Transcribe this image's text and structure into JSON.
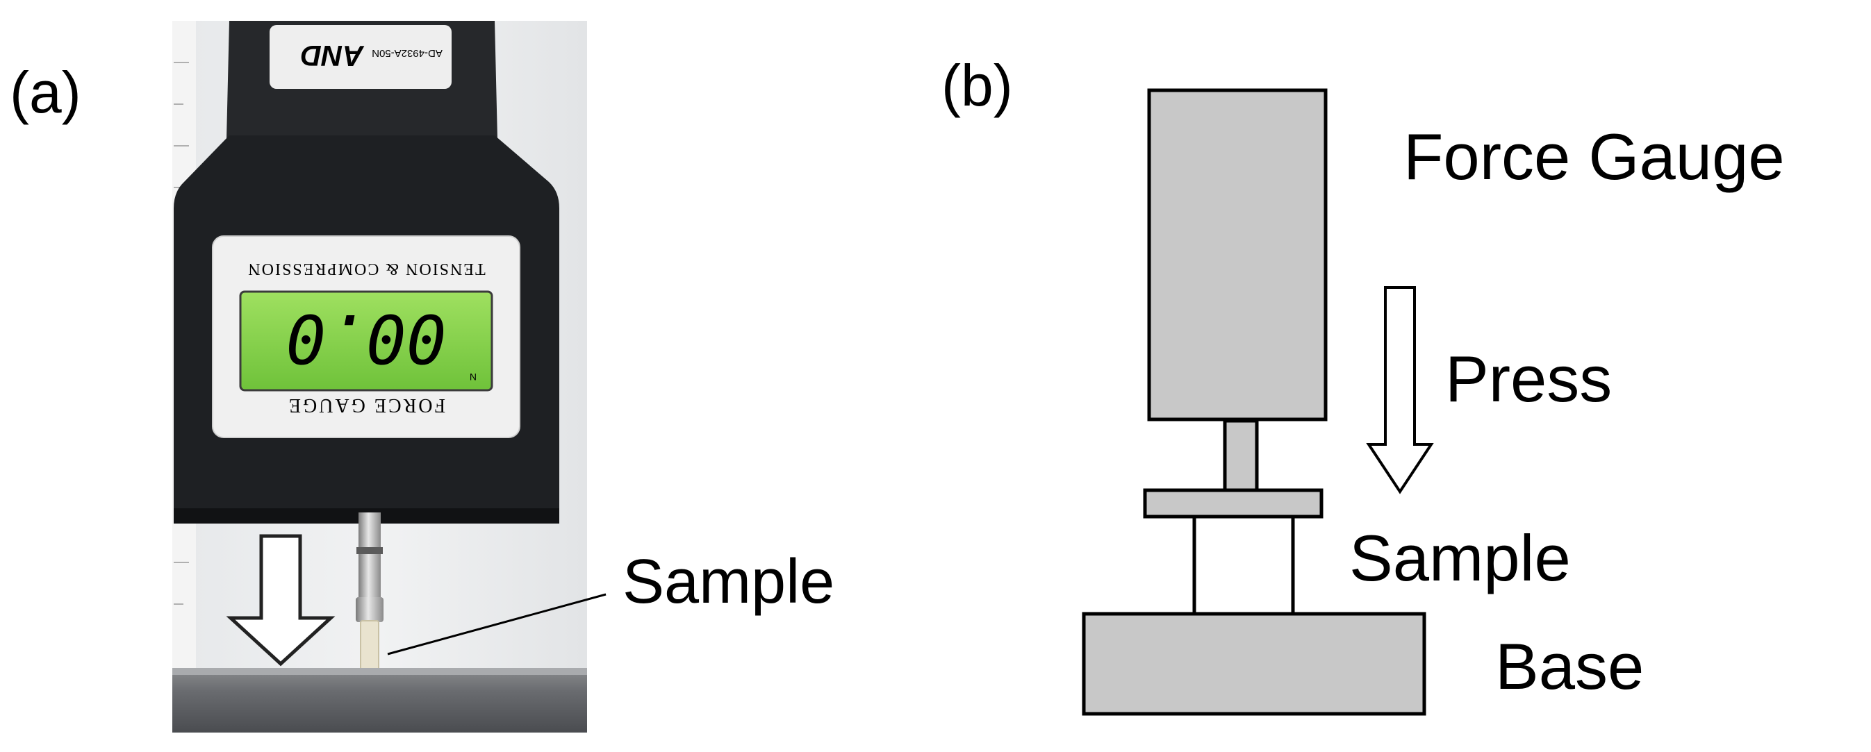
{
  "panel_a": {
    "label": "(a)",
    "photo": {
      "brand": "AND",
      "model": "AD-4932A-50N",
      "display_value": "00.0",
      "display_unit": "N",
      "lcd_top_caption": "TENSION & COMPRESSION",
      "lcd_bottom_caption": "FORCE GAUGE"
    },
    "sample_label": "Sample"
  },
  "panel_b": {
    "label": "(b)",
    "force_gauge_label": "Force Gauge",
    "press_label": "Press",
    "sample_label": "Sample",
    "base_label": "Base"
  },
  "colors": {
    "diagram_fill": "#c8c8c8",
    "gauge_body": "#1e2023",
    "lcd_green": "#8bd64a",
    "background": "#ffffff"
  }
}
